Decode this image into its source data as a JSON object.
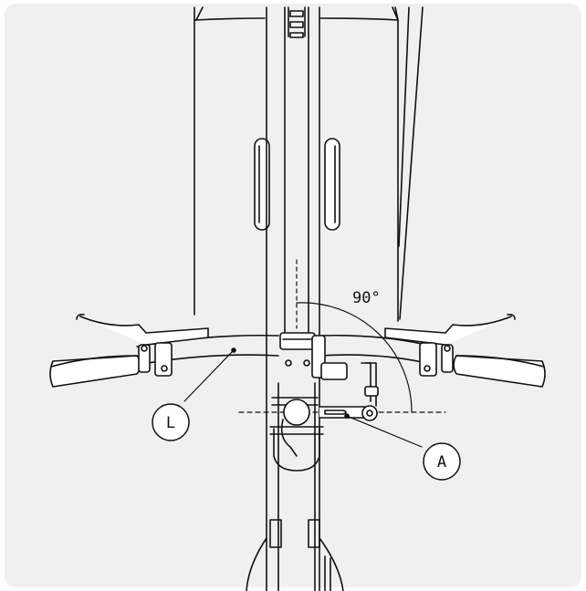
{
  "diagram": {
    "angle_label": "90°",
    "callouts": [
      {
        "id": "L",
        "text": "L"
      },
      {
        "id": "A",
        "text": "A"
      }
    ]
  },
  "colors": {
    "panel_background": "#f0f0f0",
    "line": "#111111",
    "fill": "#ffffff"
  }
}
